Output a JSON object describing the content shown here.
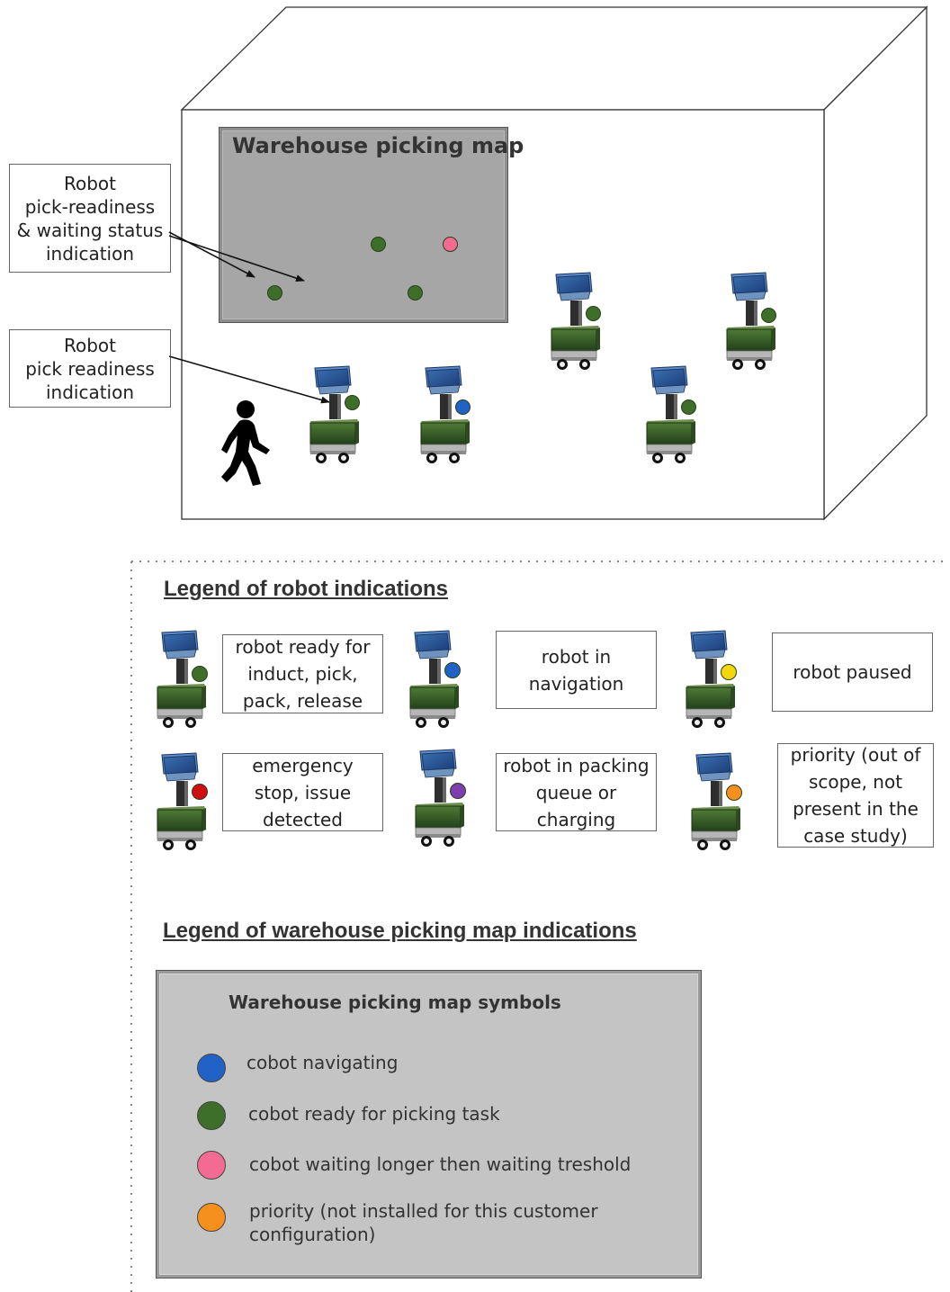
{
  "colors": {
    "ready": "#3d6e2a",
    "navigating": "#2162c7",
    "paused": "#f2d70c",
    "emergency": "#d01010",
    "packing": "#7d3fb0",
    "priority": "#f5901e",
    "waiting_long": "#f36b92",
    "map_bg": "#a6a6a6",
    "symbols_bg": "#c4c4c4"
  },
  "scene": {
    "map_title": "Warehouse picking map",
    "callout_map": "Robot\npick-readiness\n& waiting status\nindication",
    "callout_robot": "Robot\npick readiness\nindication",
    "person_icon": "walking-person-icon",
    "map_dots": [
      "ready",
      "waiting_long",
      "ready",
      "ready"
    ],
    "floor_robots": [
      "ready",
      "navigating",
      "ready",
      "ready",
      "ready"
    ]
  },
  "robot_legend": {
    "title": "Legend of robot indications",
    "items": [
      {
        "status": "ready",
        "label": "robot ready for\ninduct, pick,\npack, release"
      },
      {
        "status": "navigating",
        "label": "robot in\nnavigation"
      },
      {
        "status": "paused",
        "label": "robot paused"
      },
      {
        "status": "emergency",
        "label": "emergency\nstop, issue\ndetected"
      },
      {
        "status": "packing",
        "label": "robot in packing\nqueue or\ncharging"
      },
      {
        "status": "priority",
        "label": "priority (out of\nscope, not\npresent in the\ncase study)"
      }
    ]
  },
  "map_legend": {
    "title": "Legend of warehouse picking map indications",
    "box_title": "Warehouse picking map symbols",
    "items": [
      {
        "status": "navigating",
        "label": "cobot navigating"
      },
      {
        "status": "ready",
        "label": "cobot ready for picking task"
      },
      {
        "status": "waiting_long",
        "label": "cobot waiting longer then waiting treshold"
      },
      {
        "status": "priority",
        "label": "priority (not installed for this customer\nconfiguration)"
      }
    ]
  }
}
